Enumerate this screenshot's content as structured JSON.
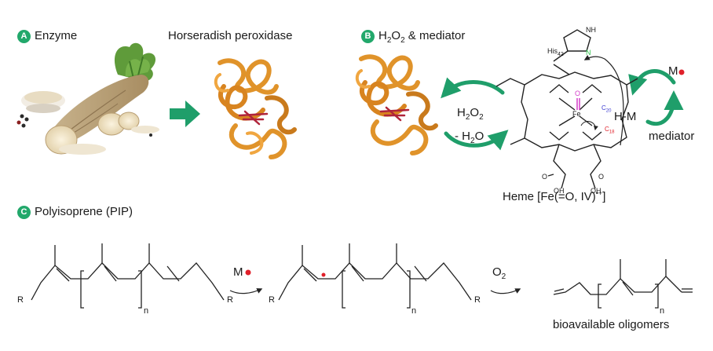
{
  "panels": {
    "a": {
      "badge": "A",
      "title": "Enzyme"
    },
    "hrp_label": "Horseradish peroxidase",
    "b": {
      "badge": "B",
      "title_prefix": "H",
      "title_sub": "2",
      "title_mid": "O",
      "title_sub2": "2",
      "title_suffix": " & mediator"
    },
    "c": {
      "badge": "C",
      "title": "Polyisoprene (PIP)"
    }
  },
  "cycle": {
    "h2o2_main": "H",
    "h2o2_sub1": "2",
    "h2o2_o": "O",
    "h2o2_sub2": "2",
    "minus_h2o": "- H",
    "minus_h2o_sub": "2",
    "minus_h2o_o": "O"
  },
  "heme": {
    "his_label": "His",
    "his_sub": "42",
    "n_label": "N",
    "nh_label": "NH",
    "o_label": "O",
    "fe_label": "Fe",
    "c20_label": "C",
    "c20_sub": "20",
    "c18_label": "C",
    "c18_sub": "18",
    "oh_left": "OH",
    "oh_right": "OH",
    "o_left": "O",
    "o_right": "O",
    "hm_label": "H-M",
    "caption": "Heme [Fe(=O, IV)",
    "caption_sup": "•+",
    "caption_end": "]"
  },
  "mediator": {
    "m_label": "M",
    "mediator_label": "mediator"
  },
  "reaction": {
    "r_left": "R",
    "r_right": "R",
    "n1": "n",
    "m_reagent": "M",
    "r_left2": "R",
    "r_right2": "R",
    "n2": "n",
    "o2_main": "O",
    "o2_sub": "2",
    "n3": "n",
    "product_label": "bioavailable oligomers"
  },
  "colors": {
    "badge_green": "#22a86b",
    "arrow_green": "#1f9e6a",
    "protein_orange": "#e0932a",
    "heme_red": "#b0243a",
    "oxo_magenta": "#d43cc8",
    "radical_red": "#e0202a",
    "his_green": "#2ec24a",
    "c_blue": "#3a3ad0"
  }
}
